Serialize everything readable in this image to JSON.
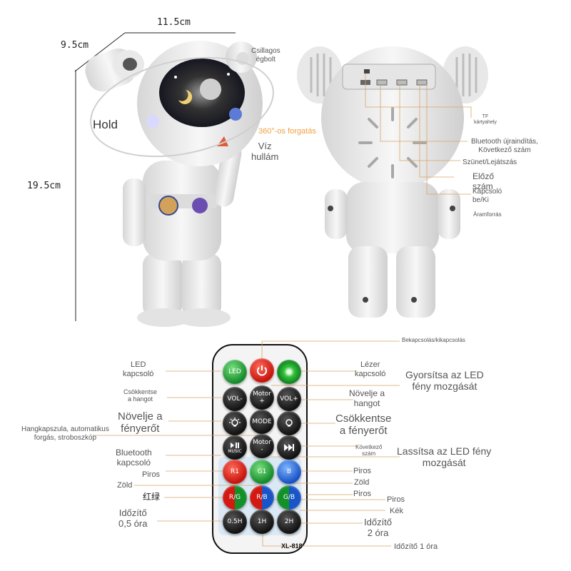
{
  "dimensions": {
    "width": "11.5cm",
    "depth": "9.5cm",
    "height": "19.5cm"
  },
  "front_labels": {
    "starry_sky": "Csillagos\négbolt",
    "moon": "Hold",
    "rotation": "360°-os forgatás",
    "water_wave": "Víz\nhullám"
  },
  "back_labels": {
    "tf_slot": "TF\nkártyahely",
    "bluetooth_reset": "Bluetooth újraindítás,\nKövetkező szám",
    "pause_play": "Szünet/Lejátszás",
    "prev_track": "Előző\nszám",
    "switch": "Kapcsoló\nbe/Ki",
    "power": "Áramforrás"
  },
  "remote_labels": {
    "power_on_off": "Bekapcsolás/kikapcsolás",
    "led_switch": "LED\nkapcsoló",
    "laser_switch": "Lézer\nkapcsoló",
    "speed_up_led": "Gyorsítsa az LED\nfény mozgását",
    "vol_down": "Csökkentse\na hangot",
    "vol_up": "Növelje a\nhangot",
    "brightness_up": "Növelje a\nfényerőt",
    "brightness_down": "Csökkentse\na fényerőt",
    "mode": "Hangkapszula, automatikus\nforgás, stroboszkóp",
    "bluetooth": "Bluetooth\nkapcsoló",
    "next_track": "Következő\nszám",
    "slow_led": "Lassítsa az LED fény\nmozgását",
    "red_left": "Piros",
    "green_left": "Zöld",
    "red_green": "红绿",
    "timer_half": "Időzítő\n0,5 óra",
    "red_right": "Piros",
    "green_right": "Zöld",
    "red_right2": "Piros",
    "red_right3": "Piros",
    "blue_right": "Kék",
    "timer_2h": "Időzítő\n2 óra",
    "timer_1h": "Időzítő 1 óra"
  },
  "remote_buttons": {
    "led": "LED",
    "vol_minus": "VOL-",
    "vol_plus": "VOL+",
    "motor_plus": "Motor\n+",
    "mode": "MODE",
    "music": "MUSIC",
    "motor_minus": "Motor\n-",
    "r1": "R1",
    "g1": "G1",
    "b1": "B",
    "rg": "R/G",
    "rb": "R/B",
    "gb": "G/B",
    "t05": "0.5H",
    "t1": "1H",
    "t2": "2H",
    "model": "XL-818"
  },
  "colors": {
    "accent": "#f0a040",
    "remote_body": "#f4f4f4",
    "robot_body": "#ececec"
  },
  "icons": [
    "power-icon",
    "brightness-up-icon",
    "brightness-down-icon",
    "play-pause-icon",
    "next-track-icon"
  ]
}
